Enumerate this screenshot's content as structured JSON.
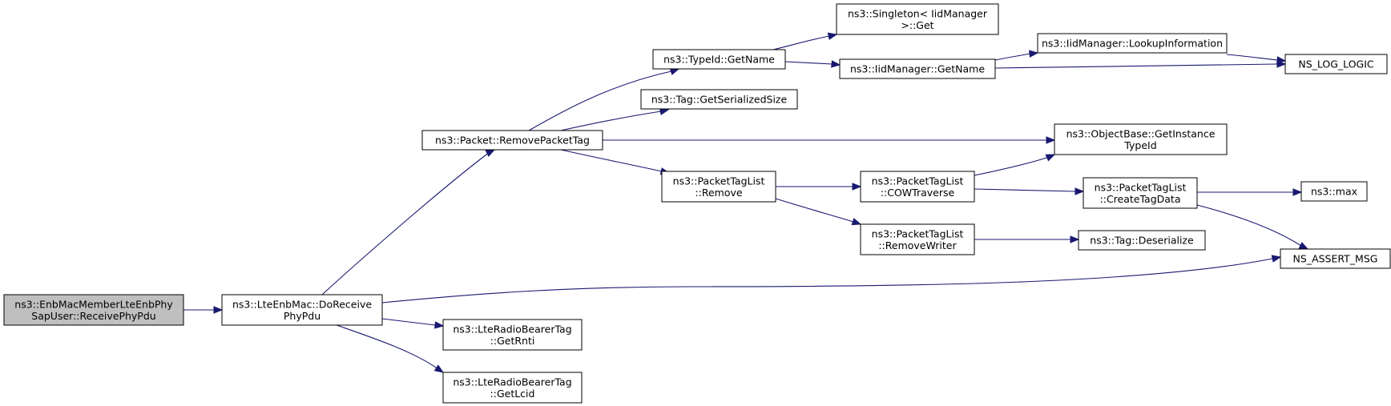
{
  "colors": {
    "edge": "#191970",
    "node_border": "#000000",
    "node_fill": "#ffffff",
    "root_fill": "#bfbfbf",
    "background": "#ffffff"
  },
  "nodes": [
    {
      "id": "receive_phy_pdu",
      "lines": [
        "ns3::EnbMacMemberLteEnbPhy",
        "SapUser::ReceivePhyPdu"
      ],
      "root": true
    },
    {
      "id": "do_receive_phy_pdu",
      "lines": [
        "ns3::LteEnbMac::DoReceive",
        "PhyPdu"
      ]
    },
    {
      "id": "remove_packet_tag",
      "lines": [
        "ns3::Packet::RemovePacketTag"
      ]
    },
    {
      "id": "get_rnti",
      "lines": [
        "ns3::LteRadioBearerTag",
        "::GetRnti"
      ]
    },
    {
      "id": "get_lcid",
      "lines": [
        "ns3::LteRadioBearerTag",
        "::GetLcid"
      ]
    },
    {
      "id": "typeid_get_name",
      "lines": [
        "ns3::TypeId::GetName"
      ]
    },
    {
      "id": "tag_get_serialized_size",
      "lines": [
        "ns3::Tag::GetSerializedSize"
      ]
    },
    {
      "id": "packet_tag_list_remove",
      "lines": [
        "ns3::PacketTagList",
        "::Remove"
      ]
    },
    {
      "id": "singleton_get",
      "lines": [
        "ns3::Singleton< IidManager",
        ">::Get"
      ]
    },
    {
      "id": "iid_manager_get_name",
      "lines": [
        "ns3::IidManager::GetName"
      ]
    },
    {
      "id": "cow_traverse",
      "lines": [
        "ns3::PacketTagList",
        "::COWTraverse"
      ]
    },
    {
      "id": "remove_writer",
      "lines": [
        "ns3::PacketTagList",
        "::RemoveWriter"
      ]
    },
    {
      "id": "lookup_information",
      "lines": [
        "ns3::IidManager::LookupInformation"
      ]
    },
    {
      "id": "get_instance_type_id",
      "lines": [
        "ns3::ObjectBase::GetInstance",
        "TypeId"
      ]
    },
    {
      "id": "create_tag_data",
      "lines": [
        "ns3::PacketTagList",
        "::CreateTagData"
      ]
    },
    {
      "id": "tag_deserialize",
      "lines": [
        "ns3::Tag::Deserialize"
      ]
    },
    {
      "id": "ns_log_logic",
      "lines": [
        "NS_LOG_LOGIC"
      ]
    },
    {
      "id": "ns3_max",
      "lines": [
        "ns3::max"
      ]
    },
    {
      "id": "ns_assert_msg",
      "lines": [
        "NS_ASSERT_MSG"
      ]
    }
  ],
  "edges": [
    {
      "from": "receive_phy_pdu",
      "to": "do_receive_phy_pdu"
    },
    {
      "from": "do_receive_phy_pdu",
      "to": "remove_packet_tag"
    },
    {
      "from": "do_receive_phy_pdu",
      "to": "ns_assert_msg"
    },
    {
      "from": "do_receive_phy_pdu",
      "to": "get_rnti"
    },
    {
      "from": "do_receive_phy_pdu",
      "to": "get_lcid"
    },
    {
      "from": "remove_packet_tag",
      "to": "typeid_get_name"
    },
    {
      "from": "remove_packet_tag",
      "to": "tag_get_serialized_size"
    },
    {
      "from": "remove_packet_tag",
      "to": "get_instance_type_id"
    },
    {
      "from": "remove_packet_tag",
      "to": "packet_tag_list_remove"
    },
    {
      "from": "typeid_get_name",
      "to": "singleton_get"
    },
    {
      "from": "typeid_get_name",
      "to": "iid_manager_get_name"
    },
    {
      "from": "iid_manager_get_name",
      "to": "lookup_information"
    },
    {
      "from": "iid_manager_get_name",
      "to": "ns_log_logic"
    },
    {
      "from": "lookup_information",
      "to": "ns_log_logic"
    },
    {
      "from": "packet_tag_list_remove",
      "to": "cow_traverse"
    },
    {
      "from": "packet_tag_list_remove",
      "to": "remove_writer"
    },
    {
      "from": "cow_traverse",
      "to": "get_instance_type_id"
    },
    {
      "from": "cow_traverse",
      "to": "create_tag_data"
    },
    {
      "from": "create_tag_data",
      "to": "ns3_max"
    },
    {
      "from": "create_tag_data",
      "to": "ns_assert_msg"
    },
    {
      "from": "remove_writer",
      "to": "tag_deserialize"
    }
  ]
}
